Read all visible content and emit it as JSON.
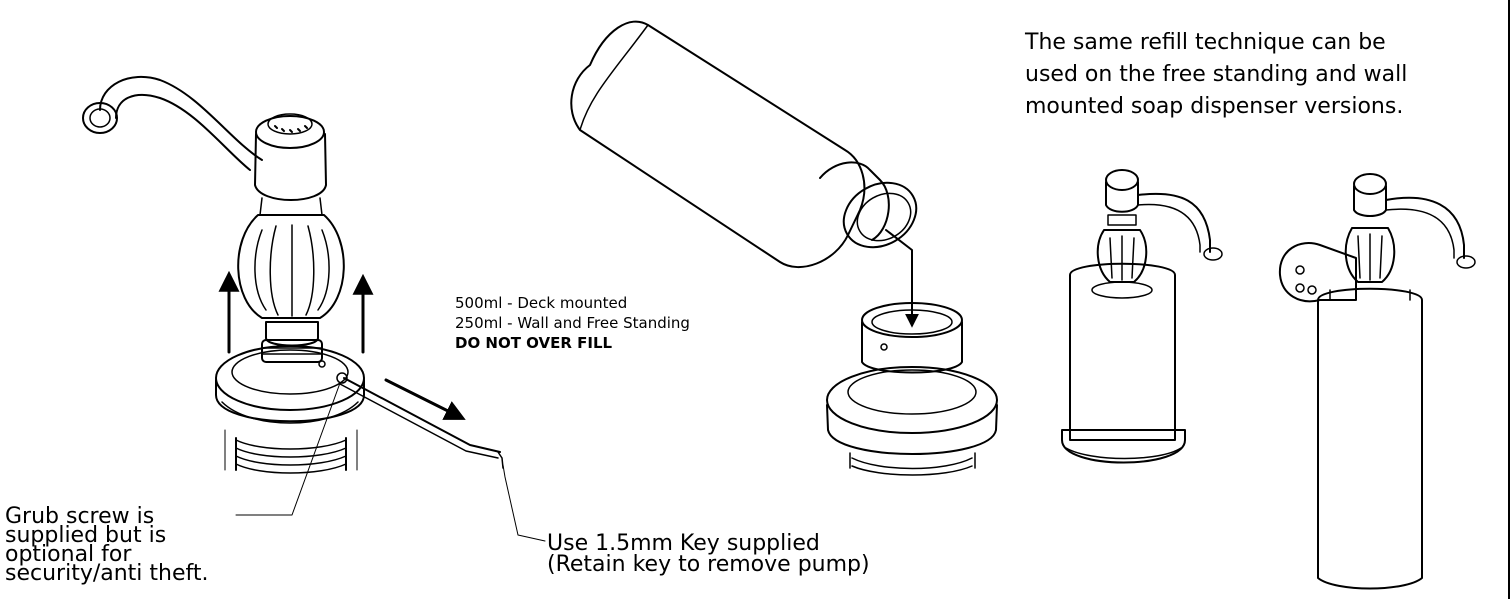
{
  "captions": {
    "refill_technique": [
      "The same refill technique can be",
      "used on the free standing and wall",
      "mounted soap dispenser versions."
    ],
    "fill_volumes": {
      "deck": "500ml - Deck mounted",
      "wall_free": "250ml - Wall and Free Standing",
      "warning": "DO NOT OVER FILL"
    },
    "grub_screw": [
      "Grub screw is",
      "supplied but is",
      "optional for",
      "security/anti theft."
    ],
    "key_note": [
      "Use 1.5mm Key supplied",
      "(Retain key to remove pump)"
    ]
  },
  "colors": {
    "ink": "#000000",
    "paper": "#ffffff"
  }
}
